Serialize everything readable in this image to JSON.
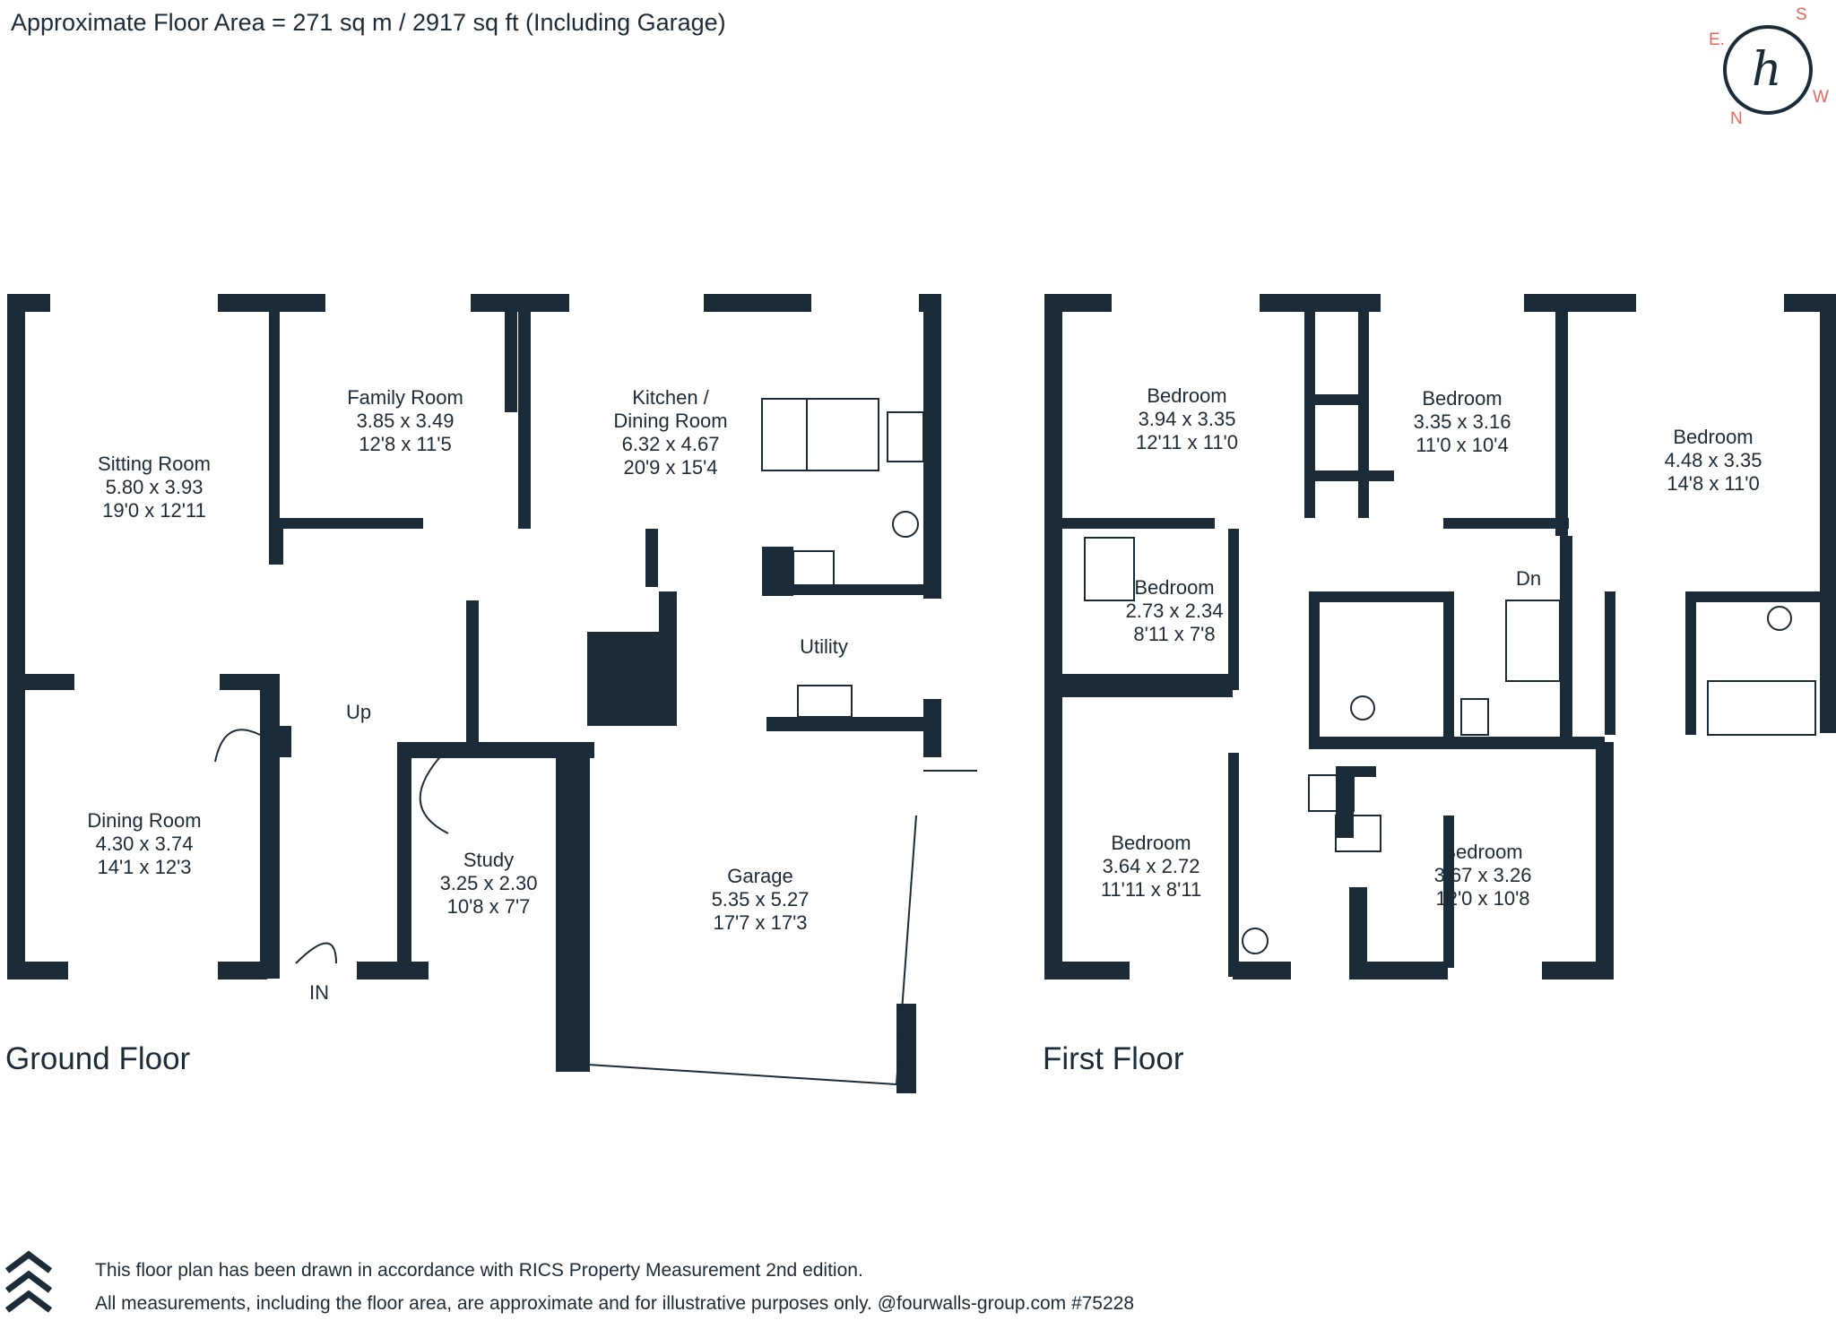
{
  "header": {
    "floor_area": "Approximate Floor Area = 271 sq m / 2917 sq ft (Including Garage)"
  },
  "compass": {
    "e": "E.",
    "s": "S",
    "w": "W",
    "n": "N"
  },
  "ground_floor": {
    "title": "Ground Floor",
    "rooms": [
      {
        "id": "sitting",
        "name": "Sitting Room",
        "metric": "5.80 x 3.93",
        "imperial": "19'0 x 12'11"
      },
      {
        "id": "family",
        "name": "Family Room",
        "metric": "3.85 x 3.49",
        "imperial": "12'8 x 11'5"
      },
      {
        "id": "kitchen",
        "name": "Kitchen /",
        "name2": "Dining Room",
        "metric": "6.32 x 4.67",
        "imperial": "20'9 x 15'4"
      },
      {
        "id": "dining",
        "name": "Dining Room",
        "metric": "4.30 x 3.74",
        "imperial": "14'1 x 12'3"
      },
      {
        "id": "study",
        "name": "Study",
        "metric": "3.25 x 2.30",
        "imperial": "10'8 x 7'7"
      },
      {
        "id": "garage",
        "name": "Garage",
        "metric": "5.35 x 5.27",
        "imperial": "17'7 x 17'3"
      }
    ],
    "utility": "Utility",
    "up": "Up",
    "entrance": "IN"
  },
  "first_floor": {
    "title": "First Floor",
    "rooms": [
      {
        "id": "bed1",
        "name": "Bedroom",
        "metric": "3.94 x 3.35",
        "imperial": "12'11 x 11'0"
      },
      {
        "id": "bed2",
        "name": "Bedroom",
        "metric": "3.35 x 3.16",
        "imperial": "11'0 x 10'4"
      },
      {
        "id": "bed3",
        "name": "Bedroom",
        "metric": "4.48 x 3.35",
        "imperial": "14'8 x 11'0"
      },
      {
        "id": "bed4",
        "name": "Bedroom",
        "metric": "2.73 x 2.34",
        "imperial": "8'11 x 7'8"
      },
      {
        "id": "bed5",
        "name": "Bedroom",
        "metric": "3.64 x 2.72",
        "imperial": "11'11 x 8'11"
      },
      {
        "id": "bed6",
        "name": "Bedroom",
        "metric": "3.67 x 3.26",
        "imperial": "12'0 x 10'8"
      }
    ],
    "down": "Dn"
  },
  "footer": {
    "line1": "This floor plan has been drawn in accordance with RICS Property Measurement 2nd edition.",
    "line2": "All measurements, including the floor area, are approximate and for illustrative purposes only. @fourwalls-group.com #75228"
  },
  "colors": {
    "wall": "#1c2b38",
    "compass_accent": "#e4675b",
    "background": "#ffffff"
  }
}
